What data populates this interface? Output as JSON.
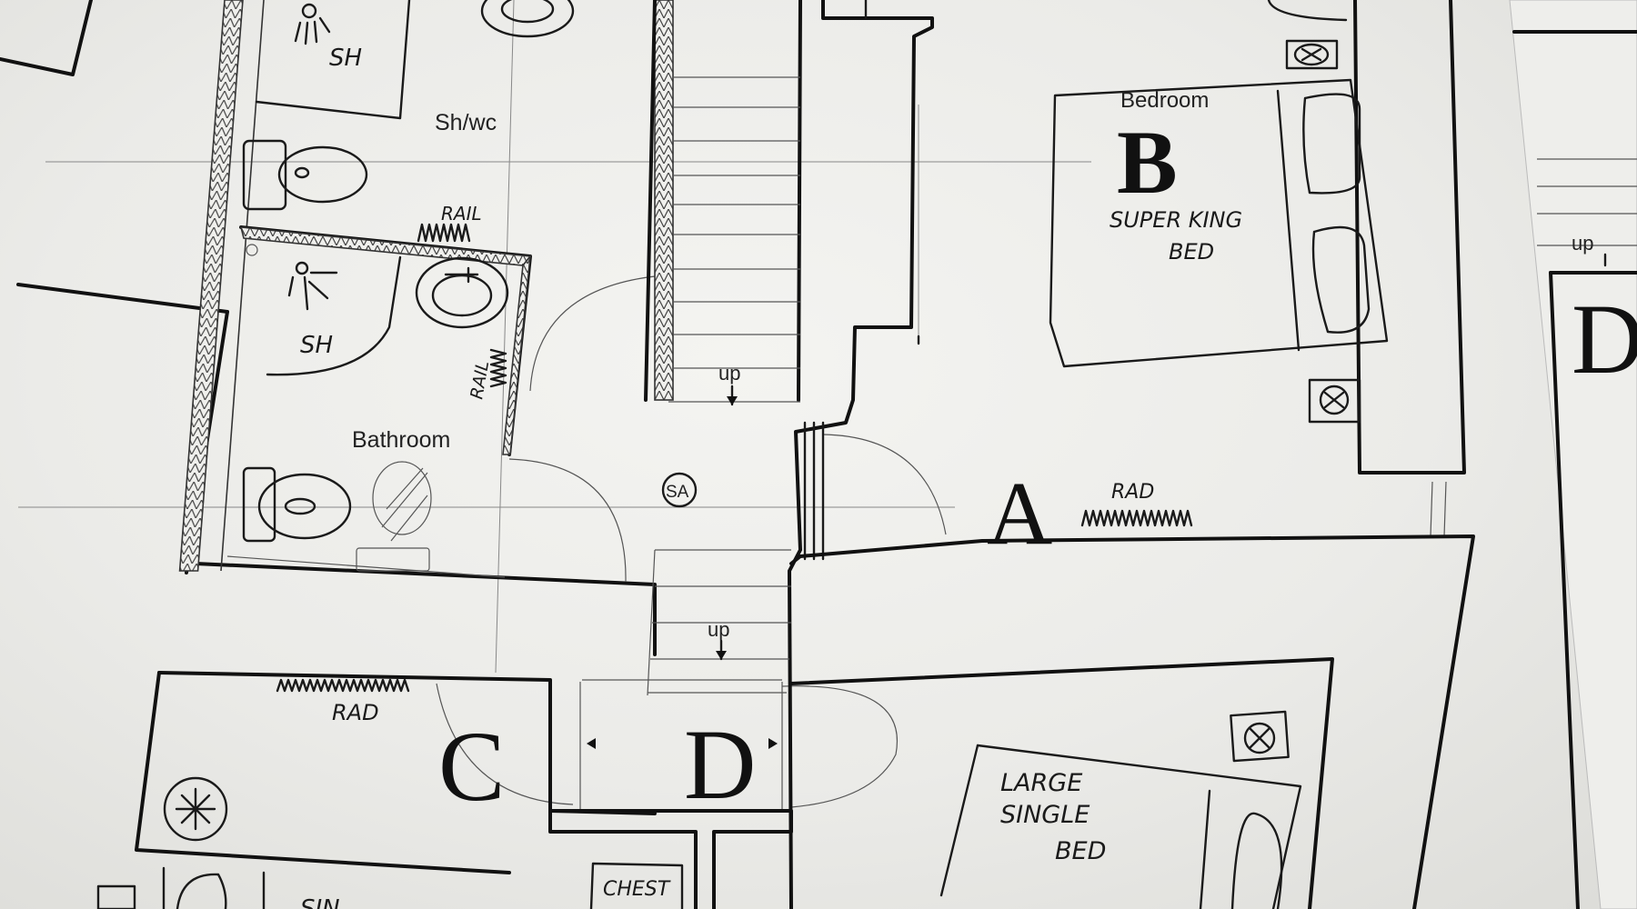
{
  "labels": {
    "shower_wc": "Sh/wc",
    "bedroom": "Bedroom",
    "bathroom": "Bathroom",
    "stair_up_1": "up",
    "stair_up_2": "up",
    "stair_up_3": "up",
    "smoke_alarm": "SA"
  },
  "room_letters": {
    "a": "A",
    "b": "B",
    "c": "C",
    "d_centre": "D",
    "d_right": "D"
  },
  "handwritten": {
    "sh_top": "SH",
    "sh_bath": "SH",
    "rail_top": "RAIL",
    "rail_side": "RAIL",
    "rad_right": "RAD",
    "rad_left": "RAD",
    "bed_b_line1": "SUPER KING",
    "bed_b_line2": "BED",
    "bed_single_line1": "LARGE",
    "bed_single_line2": "SINGLE",
    "bed_single_line3": "BED",
    "chest": "CHEST",
    "partial_bottom": "SIN"
  },
  "colors": {
    "paper": "#f1f1ee",
    "ink": "#111111"
  }
}
